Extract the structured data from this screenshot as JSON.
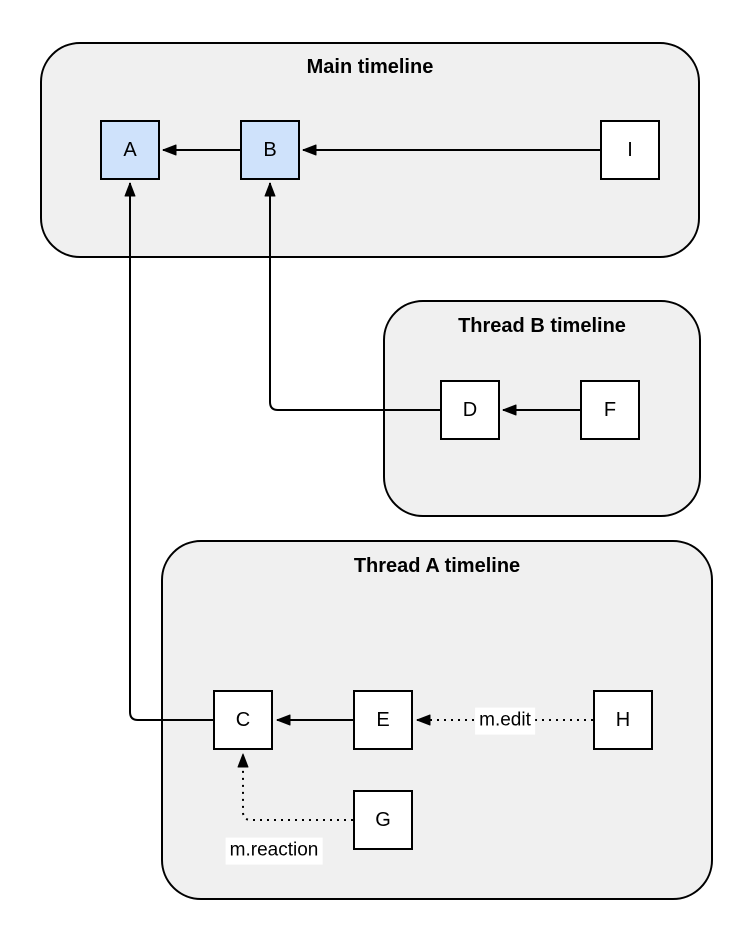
{
  "diagram": {
    "kind": "timeline-event-graph",
    "background": "#ffffff"
  },
  "containers": [
    {
      "id": "main",
      "title": "Main timeline"
    },
    {
      "id": "thread_b",
      "title": "Thread B timeline"
    },
    {
      "id": "thread_a",
      "title": "Thread A timeline"
    }
  ],
  "nodes": [
    {
      "id": "A",
      "label": "A",
      "fill": "#cfe2fb",
      "container": "main"
    },
    {
      "id": "B",
      "label": "B",
      "fill": "#cfe2fb",
      "container": "main"
    },
    {
      "id": "I",
      "label": "I",
      "fill": "#ffffff",
      "container": "main"
    },
    {
      "id": "D",
      "label": "D",
      "fill": "#ffffff",
      "container": "thread_b"
    },
    {
      "id": "F",
      "label": "F",
      "fill": "#ffffff",
      "container": "thread_b"
    },
    {
      "id": "C",
      "label": "C",
      "fill": "#ffffff",
      "container": "thread_a"
    },
    {
      "id": "E",
      "label": "E",
      "fill": "#ffffff",
      "container": "thread_a"
    },
    {
      "id": "H",
      "label": "H",
      "fill": "#ffffff",
      "container": "thread_a"
    },
    {
      "id": "G",
      "label": "G",
      "fill": "#ffffff",
      "container": "thread_a"
    }
  ],
  "edges": [
    {
      "from": "B",
      "to": "A",
      "style": "solid",
      "label": ""
    },
    {
      "from": "I",
      "to": "B",
      "style": "solid",
      "label": ""
    },
    {
      "from": "F",
      "to": "D",
      "style": "solid",
      "label": ""
    },
    {
      "from": "D",
      "to": "B",
      "style": "solid",
      "label": ""
    },
    {
      "from": "E",
      "to": "C",
      "style": "solid",
      "label": ""
    },
    {
      "from": "H",
      "to": "E",
      "style": "dotted",
      "label": "m.edit"
    },
    {
      "from": "G",
      "to": "C",
      "style": "dotted",
      "label": "m.reaction"
    },
    {
      "from": "C",
      "to": "A",
      "style": "solid",
      "label": ""
    }
  ],
  "colors": {
    "container_fill": "#f0f0f0",
    "container_stroke": "#000000",
    "node_fill_default": "#ffffff",
    "node_fill_highlight": "#cfe2fb",
    "node_stroke": "#000000",
    "edge_stroke": "#000000",
    "edge_label_bg": "#ffffff",
    "text": "#000000"
  }
}
